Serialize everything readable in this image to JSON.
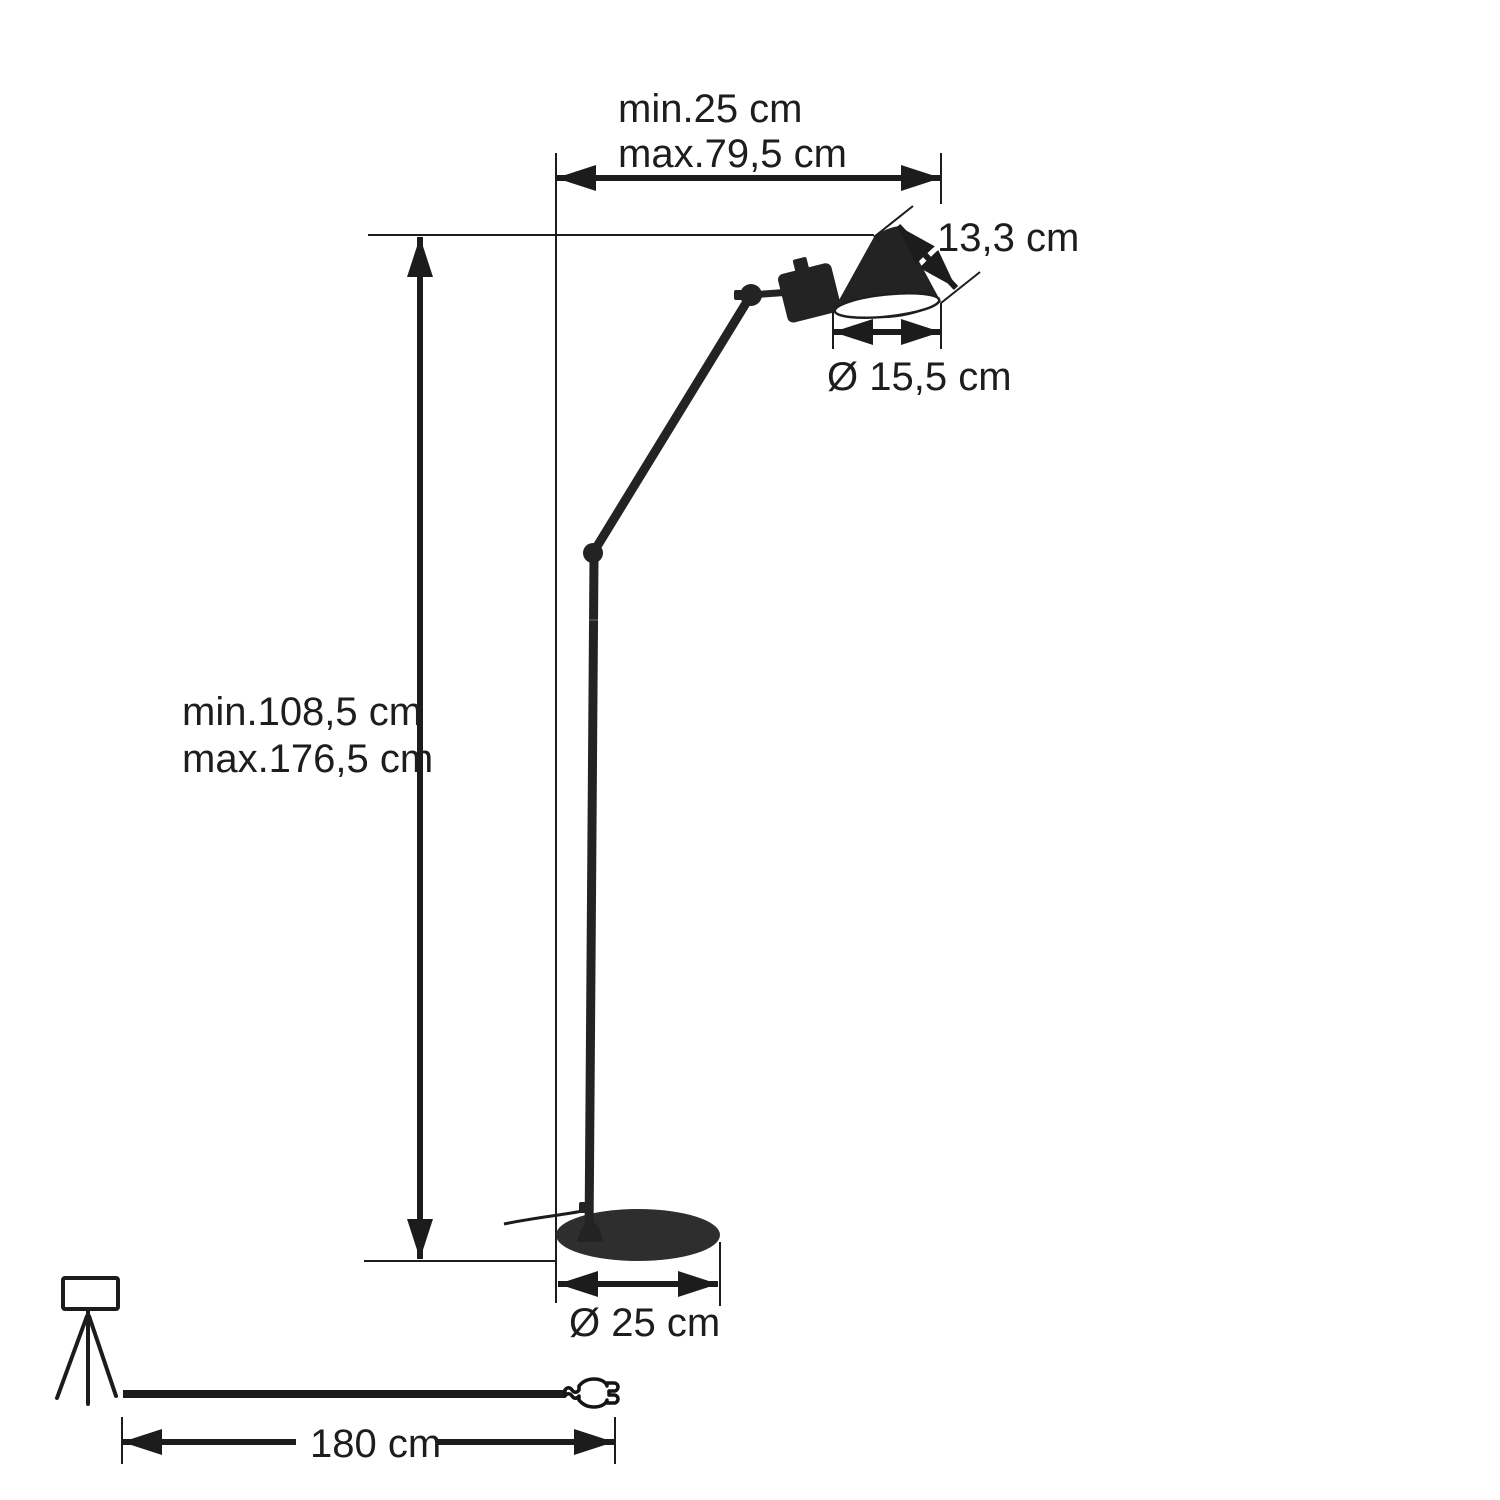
{
  "page": {
    "description": "Technical dimension diagram of a black articulated floor lamp on white background"
  },
  "labels": {
    "reach_min": "min.25 cm",
    "reach_max": "max.79,5 cm",
    "head_depth": "13,3 cm",
    "shade_diameter": "Ø 15,5 cm",
    "height_min": "min.108,5 cm",
    "height_max": "max.176,5 cm",
    "base_diameter": "Ø 25 cm",
    "cable_length": "180 cm"
  },
  "measurements": [
    {
      "name": "horizontal reach",
      "min": "25 cm",
      "max": "79,5 cm"
    },
    {
      "name": "lamp height",
      "min": "108,5 cm",
      "max": "176,5 cm"
    },
    {
      "name": "shade depth",
      "value": "13,3 cm"
    },
    {
      "name": "shade opening diameter",
      "value": "15,5 cm"
    },
    {
      "name": "base diameter",
      "value": "25 cm"
    },
    {
      "name": "cable length",
      "value": "180 cm"
    }
  ],
  "colors": {
    "line": "#1c1c1c",
    "text": "#1d1d1d",
    "lamp": "#232323",
    "base": "#2e2e2e",
    "shade_inner": "#ffffff",
    "background": "#ffffff"
  },
  "icons": [
    {
      "name": "floor-lamp-tripod-icon"
    },
    {
      "name": "power-plug-icon"
    }
  ]
}
